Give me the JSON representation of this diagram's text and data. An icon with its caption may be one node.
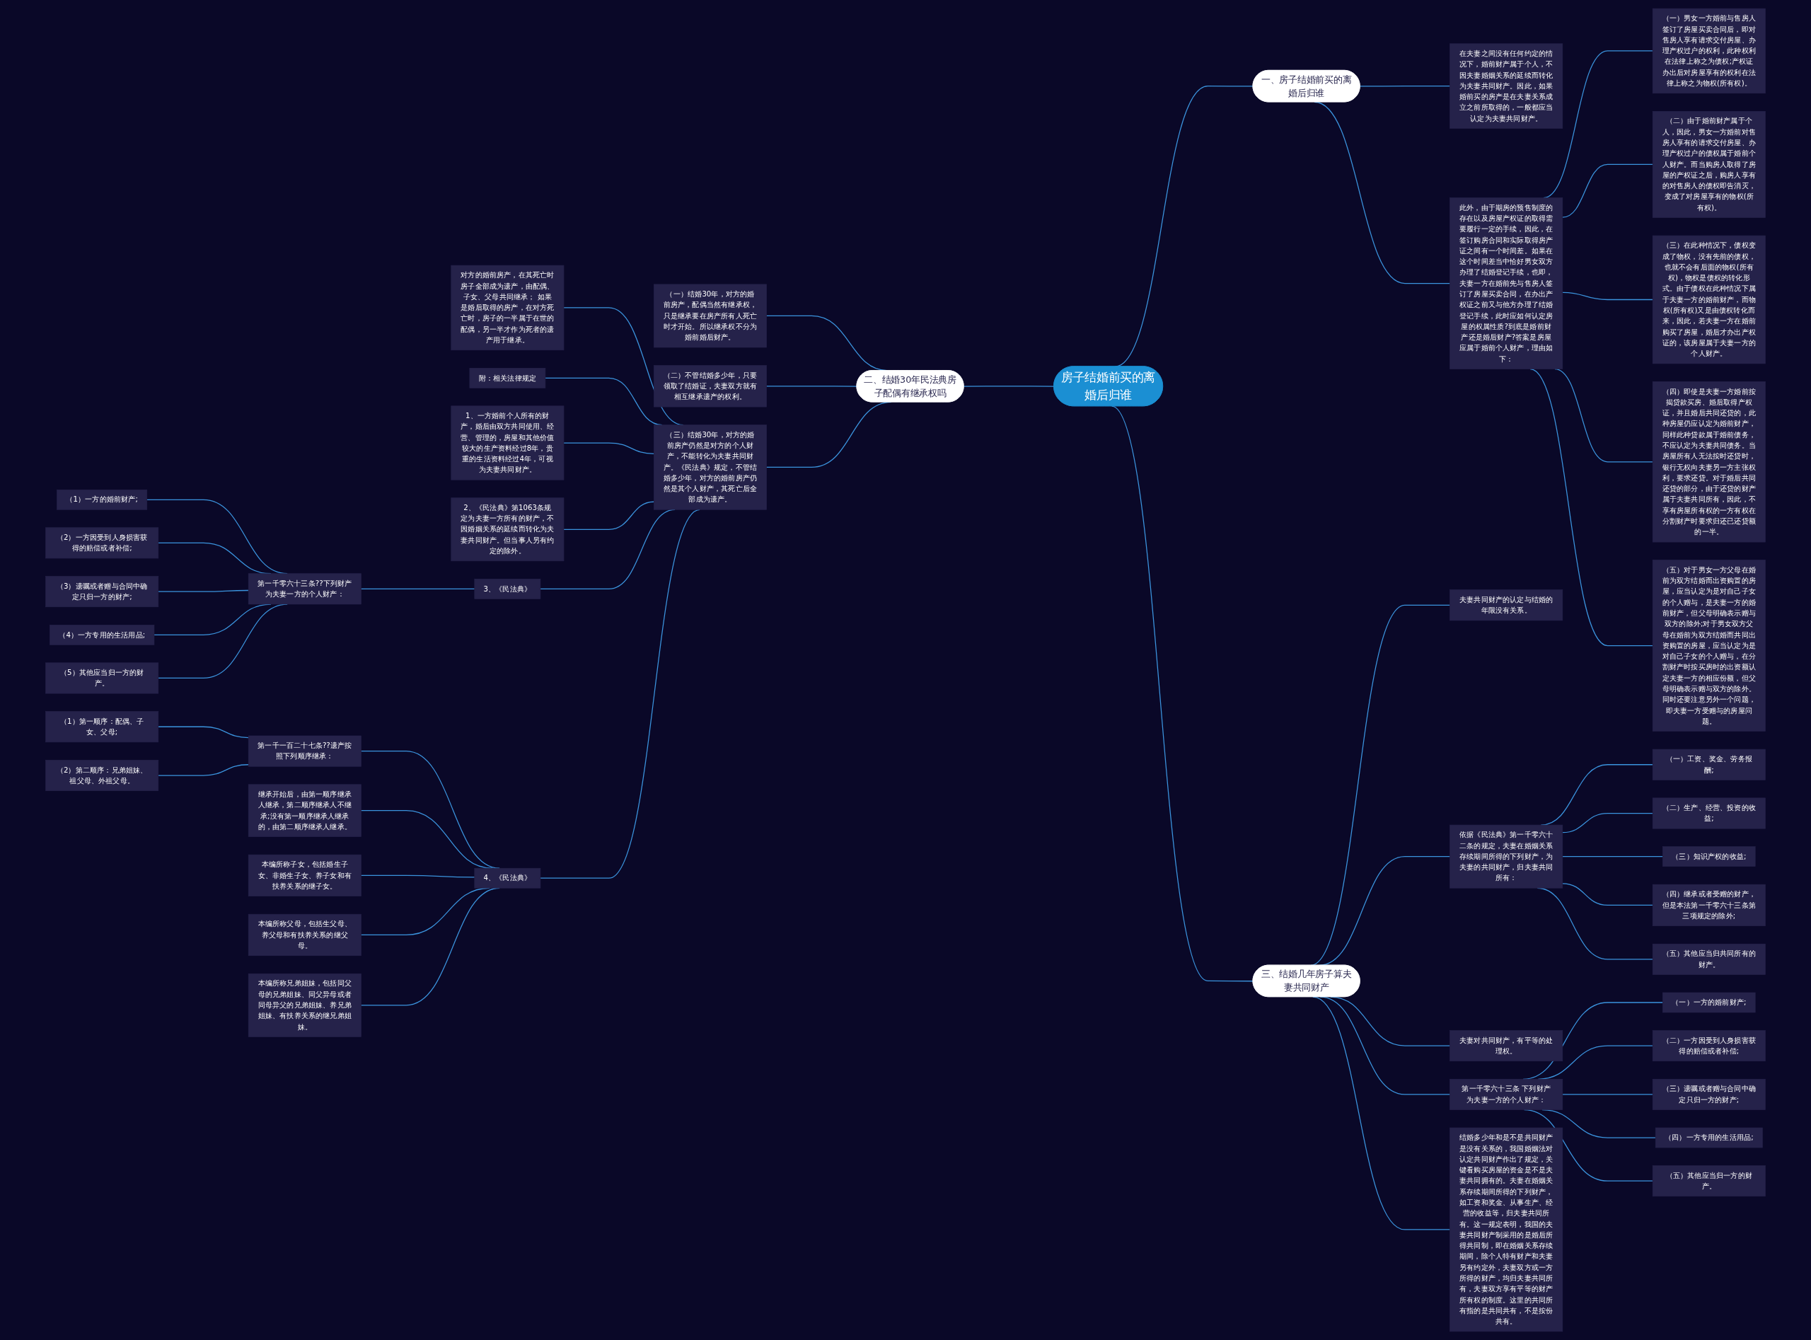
{
  "diagram": {
    "nodes": [
      {
        "text": [
          "房子结婚前买的离婚后归谁"
        ]
      },
      {
        "text": [
          "一、房子结婚前买的离婚后归谁"
        ]
      },
      {
        "text": [
          "在夫妻之间没有任何约定的情况下，婚前财产属于个人，不因夫妻婚姻关系的延续而转化为夫妻共同财产。因此，如果婚前买的房产是在夫妻关系成立之前所取得的，一般都应当认定为夫妻共同财产。"
        ]
      },
      {
        "text": [
          "此外，由于期房的预售制度的存在以及房屋产权证的取得需要履行一定的手续，因此，在签订购房合同和实际取得房产证之间有一个时间差。如果在这个时间差当中恰好男女双方办理了结婚登记手续，也即，夫妻一方在婚前先与售房人签订了房屋买卖合同，在办出产权证之前又与他方办理了结婚登记手续，此时应如何认定房屋的权属性质?到底是婚前财产还是婚后财产?答案是房屋应属于婚前个人财产，理由如下："
        ]
      },
      {
        "text": [
          "（一）男女一方婚前与售房人签订了房屋买卖合同后，即对售房人享有请求交付房屋、办理产权过户的权利，此种权利在法律上称之为债权;产权证办出后对房屋享有的权利在法律上称之为物权(所有权)。"
        ]
      },
      {
        "text": [
          "（二）由于婚前财产属于个人，因此，男女一方婚前对售房人享有的请求交付房屋、办理产权过户的债权属于婚前个人财产。而当购房人取得了房屋的产权证之后，购房人享有的对售房人的债权即告消灭，变成了对房屋享有的物权(所有权)。"
        ]
      },
      {
        "text": [
          "（三）在此种情况下，债权变成了物权，没有先前的债权，也就不会有后面的物权(所有权)，物权是债权的转化形式。由于债权在此种情况下属于夫妻一方的婚前财产，而物权(所有权)又是由债权转化而来，因此，若夫妻一方在婚前购买了房屋，婚后才办出产权证的，该房屋属于夫妻一方的个人财产。"
        ]
      },
      {
        "text": [
          "（四）即使是夫妻一方婚前按揭贷款买房、婚后取得产权证，并且婚后共同还贷的，此种房屋仍应认定为婚前财产，同样此种贷款属于婚前债务，不应认定为夫妻共同债务。当房屋所有人无法按时还贷时，银行无权向夫妻另一方主张权利，要求还贷。对于婚后共同还贷的部分，由于还贷的财产属于夫妻共同所有，因此，不享有房屋所有权的一方有权在分割财产时要求归还已还贷额的一半。"
        ]
      },
      {
        "text": [
          "（五）对于男女一方父母在婚前为双方结婚而出资购置的房屋，应当认定为是对自己子女的个人赠与，是夫妻一方的婚前财产，但父母明确表示赠与双方的除外;对于男女双方父母在婚前为双方结婚而共同出资购置的房屋，应当认定为是对自己子女的个人赠与，在分割财产时按买房时的出资额认定夫妻一方的相应份额，但父母明确表示赠与双方的除外。同时还要注意另外一个问题，即夫妻一方受赠与的房屋问题。"
        ]
      },
      {
        "text": [
          "二、结婚30年民法典房子配偶有继承权吗"
        ]
      },
      {
        "text": [
          "（一）结婚30年，对方的婚前房产，配偶当然有继承权，只是继承要在房产所有人死亡时才开始。所以继承权不分为婚前婚后财产。"
        ]
      },
      {
        "text": [
          "（二）不管结婚多少年，只要领取了结婚证，夫妻双方就有相互继承遗产的权利。"
        ]
      },
      {
        "text": [
          "（三）结婚30年，对方的婚前房产仍然是对方的个人财产，不能转化为夫妻共同财产。《民法典》规定，不管结婚多少年，对方的婚前房产仍然是其个人财产，其死亡后全部成为遗产。"
        ]
      },
      {
        "text": [
          "对方的婚前房产，在其死亡时房子全部成为遗产，由配偶、子女、父母共同继承； 如果是婚后取得的房产，在对方死亡时，房子的一半属于在世的配偶，另一半才作为死者的遗产用于继承。"
        ]
      },
      {
        "text": [
          "附：相关法律规定"
        ]
      },
      {
        "text": [
          "1、一方婚前个人所有的财产，婚后由双方共同使用、经营、管理的，房屋和其他价值较大的生产资料经过8年，贵重的生活资料经过4年，可视为夫妻共同财产。"
        ]
      },
      {
        "text": [
          "2、《民法典》第1063条规定为夫妻一方所有的财产，不因婚姻关系的延续而转化为夫妻共同财产。但当事人另有约定的除外。"
        ]
      },
      {
        "text": [
          "3、《民法典》"
        ]
      },
      {
        "text": [
          "第一千零六十三条??下列财产为夫妻一方的个人财产："
        ]
      },
      {
        "text": [
          "（1）一方的婚前财产;"
        ]
      },
      {
        "text": [
          "（2）一方因受到人身损害获得的赔偿或者补偿;"
        ]
      },
      {
        "text": [
          "（3）遗嘱或者赠与合同中确定只归一方的财产;"
        ]
      },
      {
        "text": [
          "（4）一方专用的生活用品;"
        ]
      },
      {
        "text": [
          "（5）其他应当归一方的财产。"
        ]
      },
      {
        "text": [
          "4、《民法典》"
        ]
      },
      {
        "text": [
          "第一千一百二十七条??遗产按照下列顺序继承："
        ]
      },
      {
        "text": [
          "（1）第一顺序：配偶、子女、父母;"
        ]
      },
      {
        "text": [
          "（2）第二顺序：兄弟姐妹、祖父母、外祖父母。"
        ]
      },
      {
        "text": [
          "继承开始后，由第一顺序继承人继承，第二顺序继承人不继承;没有第一顺序继承人继承的，由第二顺序继承人继承。"
        ]
      },
      {
        "text": [
          "本编所称子女，包括婚生子女、非婚生子女、养子女和有扶养关系的继子女。"
        ]
      },
      {
        "text": [
          "本编所称父母，包括生父母、养父母和有扶养关系的继父母。"
        ]
      },
      {
        "text": [
          "本编所称兄弟姐妹，包括同父母的兄弟姐妹、同父异母或者同母异父的兄弟姐妹、养兄弟姐妹、有扶养关系的继兄弟姐妹。"
        ]
      },
      {
        "text": [
          "三、结婚几年房子算夫妻共同财产"
        ]
      },
      {
        "text": [
          "夫妻共同财产的认定与结婚的年限没有关系。"
        ]
      },
      {
        "text": [
          "依据《民法典》第一千零六十二条的规定，夫妻在婚姻关系存续期间所得的下列财产，为夫妻的共同财产，归夫妻共同所有："
        ]
      },
      {
        "text": [
          "（一）工资、奖金、劳务报酬;"
        ]
      },
      {
        "text": [
          "（二）生产、经营、投资的收益;"
        ]
      },
      {
        "text": [
          "（三）知识产权的收益;"
        ]
      },
      {
        "text": [
          "（四）继承或者受赠的财产，但是本法第一千零六十三条第三项规定的除外;"
        ]
      },
      {
        "text": [
          "（五）其他应当归共同所有的财产。"
        ]
      },
      {
        "text": [
          "夫妻对共同财产，有平等的处理权。"
        ]
      },
      {
        "text": [
          "第一千零六十三条 下列财产为夫妻一方的个人财产："
        ]
      },
      {
        "text": [
          "（一）一方的婚前财产;"
        ]
      },
      {
        "text": [
          "（二）一方因受到人身损害获得的赔偿或者补偿;"
        ]
      },
      {
        "text": [
          "（三）遗嘱或者赠与合同中确定只归一方的财产;"
        ]
      },
      {
        "text": [
          "（四）一方专用的生活用品;"
        ]
      },
      {
        "text": [
          "（五）其他应当归一方的财产。"
        ]
      },
      {
        "text": [
          "结婚多少年和是不是共同财产是没有关系的，我国婚姻法对认定共同财产作出了规定，关键看购买房屋的资金是不是夫妻共同拥有的。夫妻在婚姻关系存续期间所得的下列财产，如工资和奖金、从事生产、经营的收益等，归夫妻共同所有。这一规定表明，我国的夫妻共同财产制采用的是婚后所得共同制，即在婚姻关系存续期间，除个人特有财产和夫妻另有约定外，夫妻双方或一方所得的财产，均归夫妻共同所有，夫妻双方享有平等的财产所有权的制度。这里的共同所有指的是共同共有，不是按份共有。"
        ]
      }
    ],
    "edges": [
      {
        "from": 0,
        "to": 1,
        "arrow": "none"
      },
      {
        "from": 0,
        "to": 9,
        "arrow": "none"
      },
      {
        "from": 0,
        "to": 32,
        "arrow": "none"
      },
      {
        "from": 1,
        "to": 2,
        "arrow": "none"
      },
      {
        "from": 1,
        "to": 3,
        "arrow": "none"
      },
      {
        "from": 3,
        "to": 4,
        "arrow": "none"
      },
      {
        "from": 3,
        "to": 5,
        "arrow": "none"
      },
      {
        "from": 3,
        "to": 6,
        "arrow": "none"
      },
      {
        "from": 3,
        "to": 7,
        "arrow": "none"
      },
      {
        "from": 3,
        "to": 8,
        "arrow": "none"
      },
      {
        "from": 9,
        "to": 10,
        "arrow": "none"
      },
      {
        "from": 9,
        "to": 11,
        "arrow": "none"
      },
      {
        "from": 9,
        "to": 12,
        "arrow": "none"
      },
      {
        "from": 12,
        "to": 13,
        "arrow": "none"
      },
      {
        "from": 12,
        "to": 14,
        "arrow": "none"
      },
      {
        "from": 12,
        "to": 15,
        "arrow": "none"
      },
      {
        "from": 12,
        "to": 16,
        "arrow": "none"
      },
      {
        "from": 12,
        "to": 17,
        "arrow": "none"
      },
      {
        "from": 12,
        "to": 24,
        "arrow": "none"
      },
      {
        "from": 17,
        "to": 18,
        "arrow": "none"
      },
      {
        "from": 18,
        "to": 19,
        "arrow": "none"
      },
      {
        "from": 18,
        "to": 20,
        "arrow": "none"
      },
      {
        "from": 18,
        "to": 21,
        "arrow": "none"
      },
      {
        "from": 18,
        "to": 22,
        "arrow": "none"
      },
      {
        "from": 18,
        "to": 23,
        "arrow": "none"
      },
      {
        "from": 24,
        "to": 25,
        "arrow": "none"
      },
      {
        "from": 24,
        "to": 28,
        "arrow": "none"
      },
      {
        "from": 24,
        "to": 29,
        "arrow": "none"
      },
      {
        "from": 24,
        "to": 30,
        "arrow": "none"
      },
      {
        "from": 24,
        "to": 31,
        "arrow": "none"
      },
      {
        "from": 25,
        "to": 26,
        "arrow": "none"
      },
      {
        "from": 25,
        "to": 27,
        "arrow": "none"
      },
      {
        "from": 32,
        "to": 33,
        "arrow": "none"
      },
      {
        "from": 32,
        "to": 34,
        "arrow": "none"
      },
      {
        "from": 32,
        "to": 40,
        "arrow": "none"
      },
      {
        "from": 32,
        "to": 41,
        "arrow": "none"
      },
      {
        "from": 32,
        "to": 47,
        "arrow": "none"
      },
      {
        "from": 34,
        "to": 35,
        "arrow": "none"
      },
      {
        "from": 34,
        "to": 36,
        "arrow": "none"
      },
      {
        "from": 34,
        "to": 37,
        "arrow": "none"
      },
      {
        "from": 34,
        "to": 38,
        "arrow": "none"
      },
      {
        "from": 34,
        "to": 39,
        "arrow": "none"
      },
      {
        "from": 41,
        "to": 42,
        "arrow": "none"
      },
      {
        "from": 41,
        "to": 43,
        "arrow": "none"
      },
      {
        "from": 41,
        "to": 44,
        "arrow": "none"
      },
      {
        "from": 41,
        "to": 45,
        "arrow": "none"
      },
      {
        "from": 41,
        "to": 46,
        "arrow": "none"
      }
    ]
  }
}
